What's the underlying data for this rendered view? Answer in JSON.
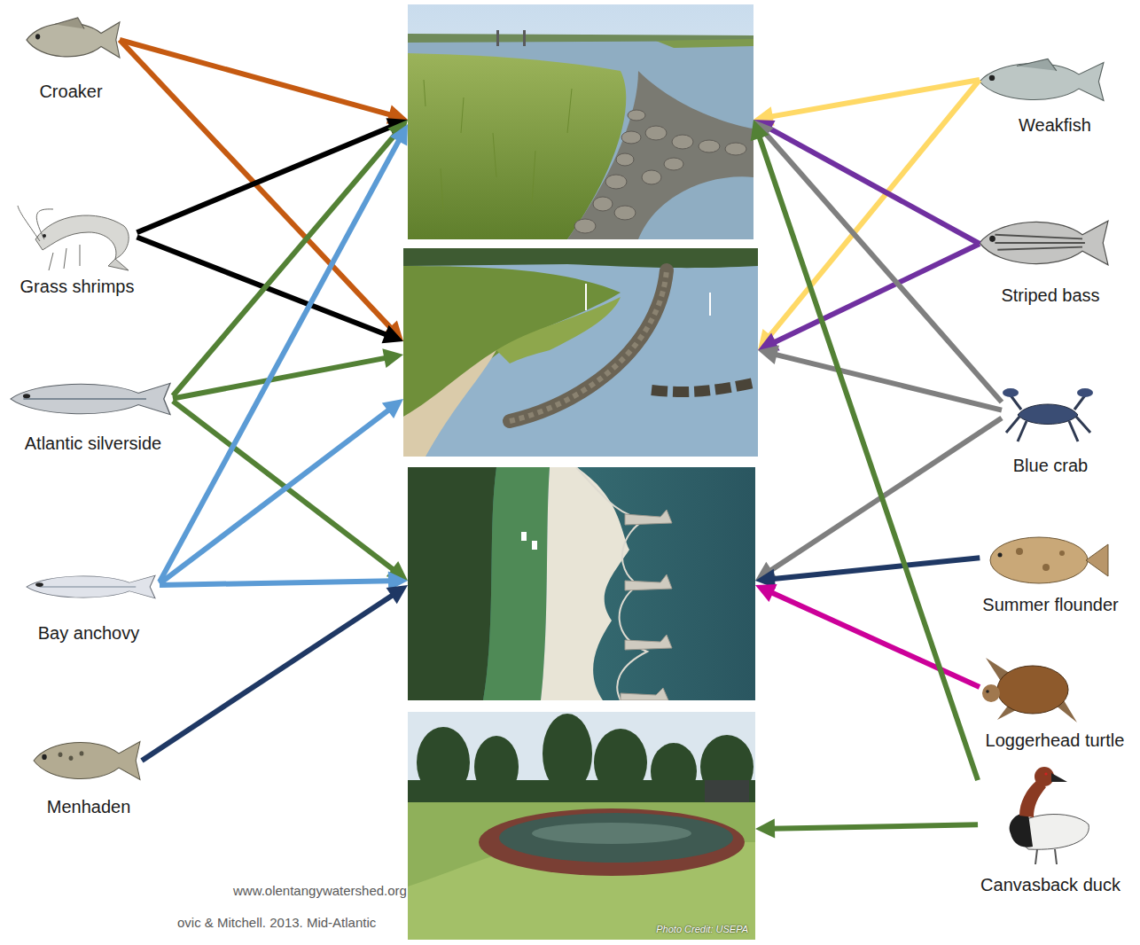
{
  "diagram": {
    "nodes": [
      {
        "text": [
          "Croaker"
        ]
      },
      {
        "text": [
          "Grass shrimps"
        ]
      },
      {
        "text": [
          "Atlantic silverside"
        ]
      },
      {
        "text": [
          "Bay anchovy"
        ]
      },
      {
        "text": [
          "Menhaden"
        ]
      },
      {
        "text": []
      },
      {
        "text": []
      },
      {
        "text": []
      },
      {
        "text": [
          "Photo Credit: USEPA"
        ]
      },
      {
        "text": [
          "Weakfish"
        ]
      },
      {
        "text": [
          "Striped bass"
        ]
      },
      {
        "text": [
          "Blue crab"
        ]
      },
      {
        "text": [
          "Summer flounder"
        ]
      },
      {
        "text": [
          "Loggerhead turtle"
        ]
      },
      {
        "text": [
          "Canvasback duck"
        ]
      }
    ],
    "edges": [
      {
        "from": 0,
        "to": 5,
        "arrow": "to"
      },
      {
        "from": 0,
        "to": 6,
        "arrow": "to"
      },
      {
        "from": 1,
        "to": 5,
        "arrow": "to"
      },
      {
        "from": 1,
        "to": 6,
        "arrow": "to"
      },
      {
        "from": 2,
        "to": 5,
        "arrow": "to"
      },
      {
        "from": 2,
        "to": 6,
        "arrow": "to"
      },
      {
        "from": 2,
        "to": 7,
        "arrow": "to"
      },
      {
        "from": 3,
        "to": 5,
        "arrow": "to"
      },
      {
        "from": 3,
        "to": 6,
        "arrow": "to"
      },
      {
        "from": 3,
        "to": 7,
        "arrow": "to"
      },
      {
        "from": 4,
        "to": 7,
        "arrow": "to"
      },
      {
        "from": 9,
        "to": 5,
        "arrow": "to"
      },
      {
        "from": 9,
        "to": 6,
        "arrow": "to"
      },
      {
        "from": 10,
        "to": 5,
        "arrow": "to"
      },
      {
        "from": 10,
        "to": 6,
        "arrow": "to"
      },
      {
        "from": 11,
        "to": 5,
        "arrow": "to"
      },
      {
        "from": 11,
        "to": 6,
        "arrow": "to"
      },
      {
        "from": 11,
        "to": 7,
        "arrow": "to"
      },
      {
        "from": 12,
        "to": 7,
        "arrow": "to"
      },
      {
        "from": 13,
        "to": 7,
        "arrow": "to"
      },
      {
        "from": 14,
        "to": 5,
        "arrow": "to"
      },
      {
        "from": 14,
        "to": 8,
        "arrow": "to"
      }
    ],
    "labels": [
      "www.olentangywatershed.org",
      "ovic & Mitchell. 2013. Mid-Atlantic"
    ]
  }
}
